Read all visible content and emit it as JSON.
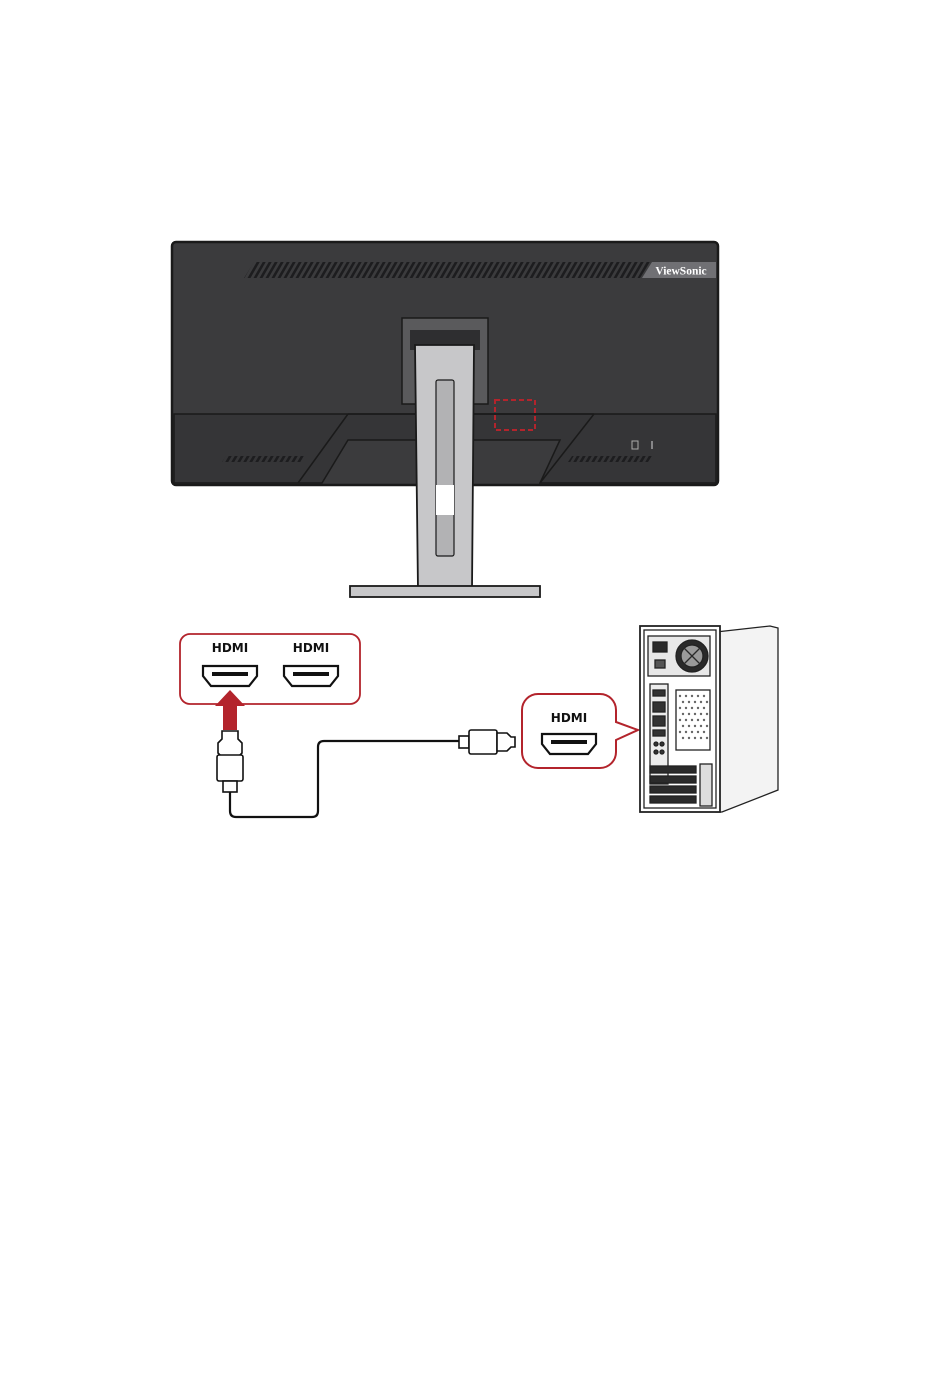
{
  "monitor": {
    "brand_logo": "ViewSonic",
    "body_color": "#3b3b3d",
    "stand_color": "#c7c7c9"
  },
  "monitor_ports": {
    "port_1_label": "HDMI",
    "port_2_label": "HDMI"
  },
  "pc_port": {
    "label": "HDMI"
  },
  "colors": {
    "highlight_red": "#b3242c",
    "outline": "#222222"
  },
  "icons": {
    "arrow": "arrow-up-icon",
    "cable": "hdmi-cable-icon",
    "computer": "desktop-tower-icon"
  }
}
